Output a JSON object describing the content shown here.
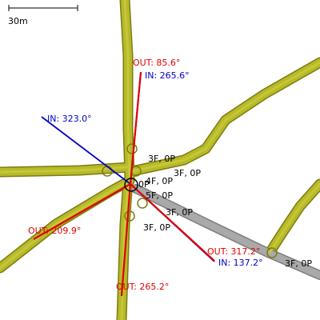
{
  "scale_bar": {
    "label": "30m"
  },
  "colors": {
    "road_fill": "#b7b92a",
    "road_edge": "#7c7c10",
    "road_inner": "#c5c836",
    "footway_fill": "#a9a9a9",
    "footway_edge": "#7e7e7e",
    "out_arrow": "#e00000",
    "in_arrow": "#0000c8",
    "lane_text": "#000000"
  },
  "turn_rays": {
    "out": [
      {
        "label": "OUT: 85.6°"
      },
      {
        "label": "OUT: 209.9°"
      },
      {
        "label": "OUT: 265.2°"
      },
      {
        "label": "OUT: 317.2°"
      }
    ],
    "in": [
      {
        "label": "IN: 265.6°"
      },
      {
        "label": "IN: 323.0°"
      },
      {
        "label": "IN: 137.2°"
      }
    ]
  },
  "lane_labels": [
    {
      "text": "3F, 0P"
    },
    {
      "text": "3F, 0P"
    },
    {
      "text": "4F, 0P"
    },
    {
      "text": "5F, 0P"
    },
    {
      "text": "3F, 0P"
    },
    {
      "text": "3F, 0P"
    },
    {
      "text": "3F, 0P"
    },
    {
      "text": "0P"
    }
  ]
}
